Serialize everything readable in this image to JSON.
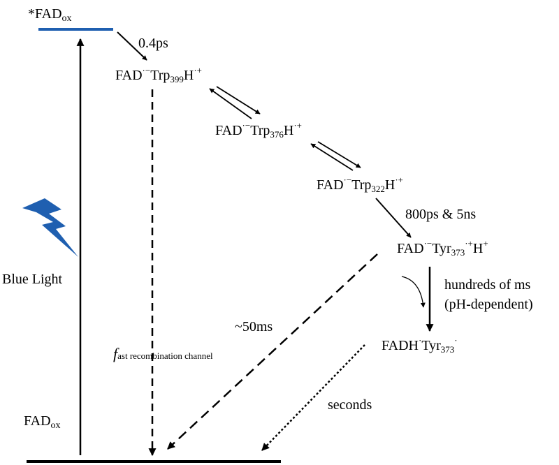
{
  "colors": {
    "excited_state_line": "#1f5fb0",
    "lightning": "#1f5fb0",
    "arrows": "#000000"
  },
  "icons": {
    "light": "lightning-bolt-icon"
  },
  "labels": {
    "excited_state": {
      "prefix": "*FAD",
      "sub": "ox"
    },
    "ground_state": {
      "base": "FAD",
      "sub": "ox"
    },
    "blue_light": "Blue Light",
    "state_trp399": {
      "a": "FAD",
      "b": "·−",
      "c": "Trp",
      "sub": "399",
      "d": "H",
      "e": "·+"
    },
    "state_trp376": {
      "a": "FAD",
      "b": "·−",
      "c": "Trp",
      "sub": "376",
      "d": "H",
      "e": "·+"
    },
    "state_trp322": {
      "a": "FAD",
      "b": "·−",
      "c": "Trp",
      "sub": "322",
      "d": "H",
      "e": "·+"
    },
    "state_tyr373": {
      "a": "FAD",
      "b": "·−",
      "c": "Tyr",
      "sub": "373",
      "d": "·+",
      "e": "H",
      "f": "+"
    },
    "state_fadh": {
      "a": "FADH",
      "b": "·",
      "c": "Tyr",
      "sub": "373",
      "d": "·"
    },
    "t_04ps": "0.4ps",
    "t_800ps": "800ps & 5ns",
    "t_hundreds_line1": "hundreds of ms",
    "t_hundreds_line2": "(pH-dependent)",
    "t_50ms": "~50ms",
    "t_seconds": "seconds",
    "fast_channel": {
      "f": "f",
      "rest": "ast recombination channel"
    }
  }
}
